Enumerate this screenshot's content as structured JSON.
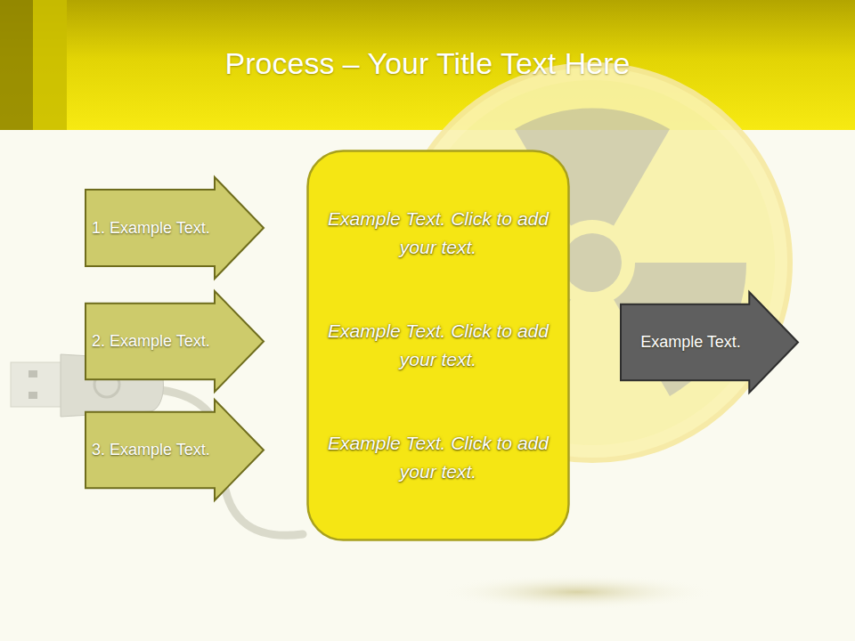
{
  "diagram": {
    "title": "Process – Your Title Text Here",
    "nodes": [
      {
        "text": [
          "1. Example Text."
        ]
      },
      {
        "text": [
          "2. Example Text."
        ]
      },
      {
        "text": [
          "3. Example Text."
        ]
      },
      {
        "text": [
          "Example Text. Click to add your text.",
          "Example Text. Click to add your text.",
          "Example Text. Click to add your text."
        ]
      },
      {
        "text": [
          "Example Text."
        ]
      }
    ]
  }
}
